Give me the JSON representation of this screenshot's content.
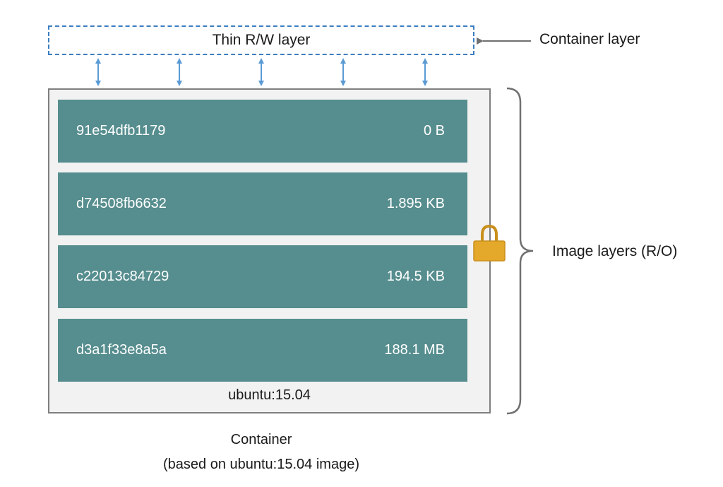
{
  "rw_layer_label": "Thin R/W layer",
  "container_layer_label": "Container layer",
  "image_layers_label": "Image layers (R/O)",
  "layers": [
    {
      "id": "91e54dfb1179",
      "size": "0 B"
    },
    {
      "id": "d74508fb6632",
      "size": "1.895 KB"
    },
    {
      "id": "c22013c84729",
      "size": "194.5 KB"
    },
    {
      "id": "d3a1f33e8a5a",
      "size": "188.1 MB"
    }
  ],
  "image_name": "ubuntu:15.04",
  "caption": {
    "line1": "Container",
    "line2": "(based on ubuntu:15.04 image)"
  },
  "colors": {
    "layer_fill": "#568d8e",
    "rw_border": "#3d7ec0",
    "arrow": "#5b9bd5",
    "lock": "#e4a92a"
  },
  "icons": {
    "lock": "padlock-icon"
  }
}
